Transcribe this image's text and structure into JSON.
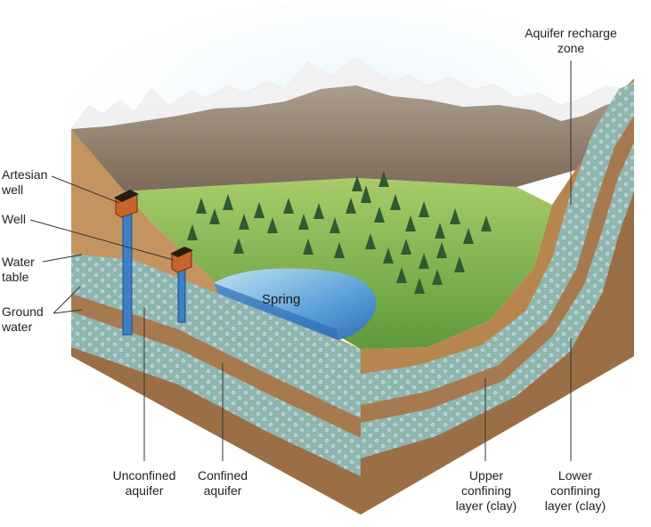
{
  "labels": {
    "artesian_well": [
      "Artesian",
      "well"
    ],
    "well": "Well",
    "water_table": [
      "Water",
      "table"
    ],
    "ground_water": [
      "Ground",
      "water"
    ],
    "spring": "Spring",
    "aquifer_recharge_zone": [
      "Aquifer recharge",
      "zone"
    ],
    "unconfined_aquifer": [
      "Unconfined",
      "aquifer"
    ],
    "confined_aquifer": [
      "Confined",
      "aquifer"
    ],
    "upper_confining_layer": [
      "Upper",
      "confining",
      "layer (clay)"
    ],
    "lower_confining_layer": [
      "Lower",
      "confining",
      "layer (clay)"
    ]
  },
  "colors": {
    "sky": "#cfe6f5",
    "mountain_rock": "#9a8877",
    "snow": "#f4f6f8",
    "grass": "#7fb04a",
    "tree": "#2f5a32",
    "soil": "#b98a55",
    "aquifer": "#8fb6ad",
    "clay": "#a67a4e",
    "spring_water": "#4a8fd0",
    "well_pipe": "#3c7fc4",
    "well_house": "#c8642c"
  }
}
